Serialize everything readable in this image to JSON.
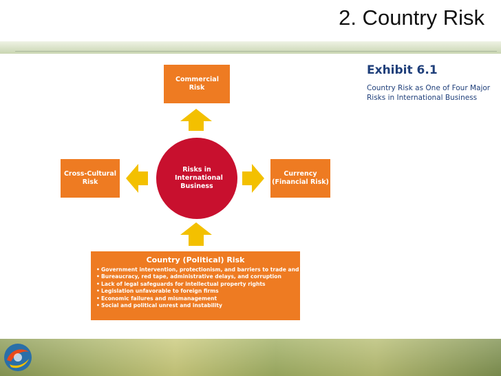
{
  "slide": {
    "title": "2. Country Risk"
  },
  "exhibit": {
    "title": "Exhibit 6.1",
    "caption": "Country Risk as One of Four Major Risks in International Business"
  },
  "diagram": {
    "center": "Risks in International Business",
    "nodes": {
      "commercial": "Commercial Risk",
      "cross_cultural": "Cross-Cultural Risk",
      "currency": "Currency (Financial Risk)"
    },
    "political": {
      "title": "Country (Political) Risk",
      "items": [
        "Government intervention, protectionism, and barriers to trade and investment",
        "Bureaucracy, red tape, administrative delays, and corruption",
        "Lack of legal safeguards for intellectual property rights",
        "Legislation unfavorable to foreign firms",
        "Economic failures and mismanagement",
        "Social and political unrest and instability"
      ]
    }
  },
  "colors": {
    "orange": "#ee7b22",
    "crimson": "#c8102e",
    "arrow_yellow": "#f3c000",
    "navy": "#1f3f7a"
  },
  "icons": [
    "arrow-up-icon",
    "arrow-left-icon",
    "arrow-right-icon",
    "arrow-up-icon",
    "logo-emblem-icon"
  ]
}
